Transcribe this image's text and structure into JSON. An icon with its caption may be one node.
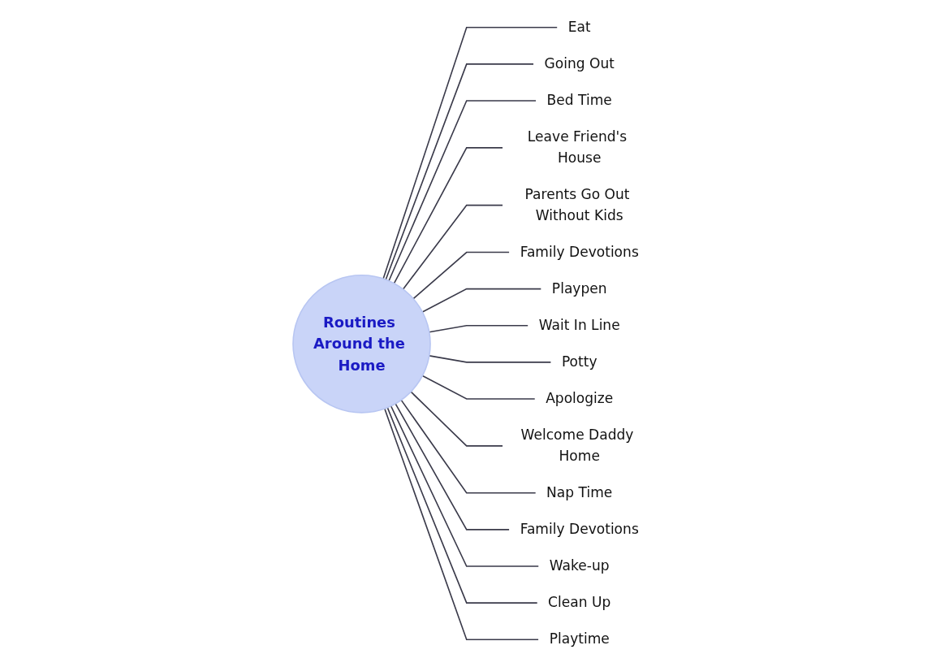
{
  "diagram": {
    "nodes": [
      {
        "text": [
          "Routines Around the Home"
        ]
      },
      {
        "text": [
          "Eat"
        ]
      },
      {
        "text": [
          "Going Out"
        ]
      },
      {
        "text": [
          "Bed Time"
        ]
      },
      {
        "text": [
          "Leave Friend's House"
        ]
      },
      {
        "text": [
          "Parents Go Out Without Kids"
        ]
      },
      {
        "text": [
          "Family Devotions"
        ]
      },
      {
        "text": [
          "Playpen"
        ]
      },
      {
        "text": [
          "Wait In Line"
        ]
      },
      {
        "text": [
          "Potty"
        ]
      },
      {
        "text": [
          "Apologize"
        ]
      },
      {
        "text": [
          "Welcome Daddy Home"
        ]
      },
      {
        "text": [
          "Nap Time"
        ]
      },
      {
        "text": [
          "Family Devotions"
        ]
      },
      {
        "text": [
          "Wake-up"
        ]
      },
      {
        "text": [
          "Clean Up"
        ]
      },
      {
        "text": [
          "Playtime"
        ]
      }
    ],
    "edges": [
      {
        "from": 0,
        "to": 1,
        "arrow": "none"
      },
      {
        "from": 0,
        "to": 2,
        "arrow": "none"
      },
      {
        "from": 0,
        "to": 3,
        "arrow": "none"
      },
      {
        "from": 0,
        "to": 4,
        "arrow": "none"
      },
      {
        "from": 0,
        "to": 5,
        "arrow": "none"
      },
      {
        "from": 0,
        "to": 6,
        "arrow": "none"
      },
      {
        "from": 0,
        "to": 7,
        "arrow": "none"
      },
      {
        "from": 0,
        "to": 8,
        "arrow": "none"
      },
      {
        "from": 0,
        "to": 9,
        "arrow": "none"
      },
      {
        "from": 0,
        "to": 10,
        "arrow": "none"
      },
      {
        "from": 0,
        "to": 11,
        "arrow": "none"
      },
      {
        "from": 0,
        "to": 12,
        "arrow": "none"
      },
      {
        "from": 0,
        "to": 13,
        "arrow": "none"
      },
      {
        "from": 0,
        "to": 14,
        "arrow": "none"
      },
      {
        "from": 0,
        "to": 15,
        "arrow": "none"
      },
      {
        "from": 0,
        "to": 16,
        "arrow": "none"
      }
    ]
  }
}
